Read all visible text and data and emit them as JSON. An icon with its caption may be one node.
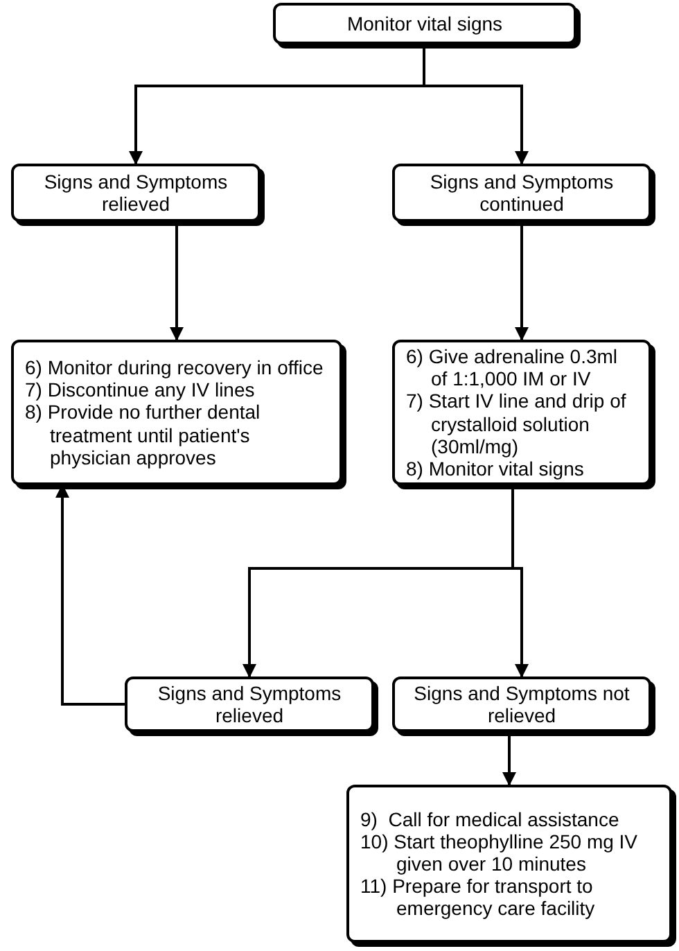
{
  "diagram": {
    "nodes": [
      {
        "text": [
          "Monitor vital signs"
        ]
      },
      {
        "text": [
          "Signs and Symptoms relieved"
        ]
      },
      {
        "text": [
          "Signs and Symptoms continued"
        ]
      },
      {
        "text": [
          "6) Monitor during recovery in office",
          "7) Discontinue any IV lines",
          "8) Provide no further dental treatment until patient's physician approves"
        ]
      },
      {
        "text": [
          "6) Give adrenaline 0.3ml of 1:1,000 IM or IV",
          "7) Start IV line and drip of crystalloid solution (30ml/mg)",
          "8) Monitor vital signs"
        ]
      },
      {
        "text": [
          "Signs and Symptoms relieved"
        ]
      },
      {
        "text": [
          "Signs and Symptoms not relieved"
        ]
      },
      {
        "text": [
          "9)  Call for medical assistance",
          "10) Start theophylline 250 mg IV given over 10 minutes",
          "11) Prepare for transport to emergency care facility"
        ]
      }
    ],
    "edges": [
      {
        "from": 0,
        "to": 1,
        "arrow": "to"
      },
      {
        "from": 0,
        "to": 2,
        "arrow": "to"
      },
      {
        "from": 1,
        "to": 3,
        "arrow": "to"
      },
      {
        "from": 2,
        "to": 4,
        "arrow": "to"
      },
      {
        "from": 4,
        "to": 5,
        "arrow": "to"
      },
      {
        "from": 4,
        "to": 6,
        "arrow": "to"
      },
      {
        "from": 5,
        "to": 3,
        "arrow": "to"
      },
      {
        "from": 6,
        "to": 7,
        "arrow": "to"
      }
    ]
  }
}
